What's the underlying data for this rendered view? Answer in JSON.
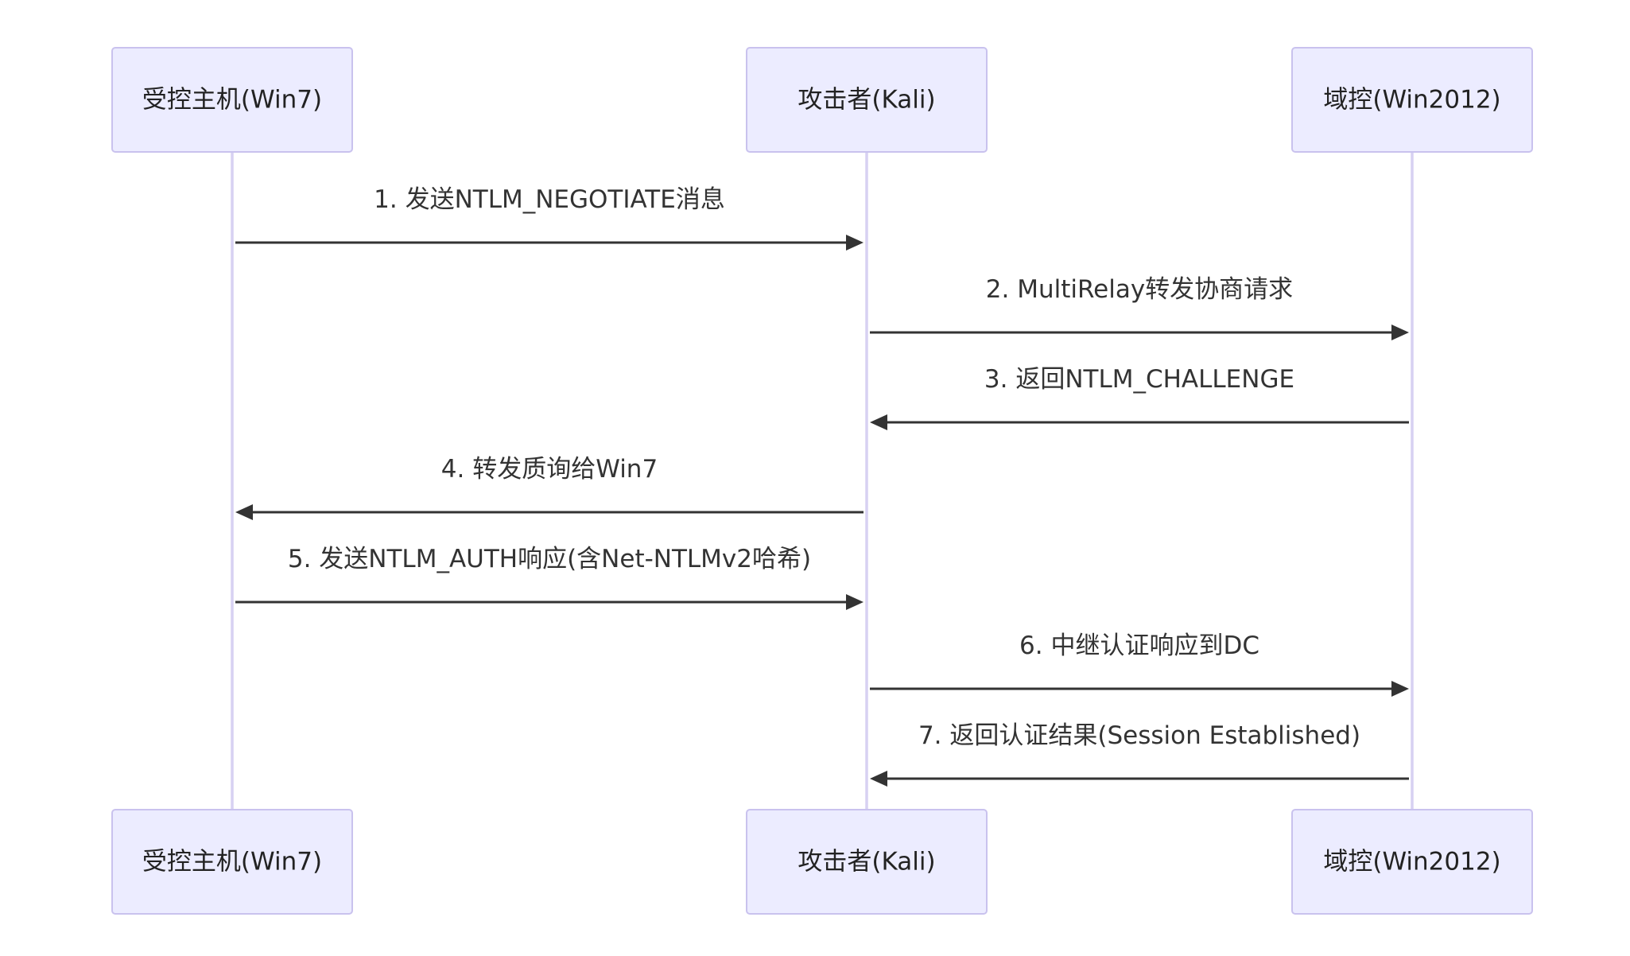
{
  "actors": [
    {
      "id": "win7",
      "label": "受控主机(Win7)"
    },
    {
      "id": "kali",
      "label": "攻击者(Kali)"
    },
    {
      "id": "dc",
      "label": "域控(Win2012)"
    }
  ],
  "messages": [
    {
      "from": "win7",
      "to": "kali",
      "label": "1. 发送NTLM_NEGOTIATE消息"
    },
    {
      "from": "kali",
      "to": "dc",
      "label": "2. MultiRelay转发协商请求"
    },
    {
      "from": "dc",
      "to": "kali",
      "label": "3. 返回NTLM_CHALLENGE"
    },
    {
      "from": "kali",
      "to": "win7",
      "label": "4. 转发质询给Win7"
    },
    {
      "from": "win7",
      "to": "kali",
      "label": "5. 发送NTLM_AUTH响应(含Net-NTLMv2哈希)"
    },
    {
      "from": "kali",
      "to": "dc",
      "label": "6. 中继认证响应到DC"
    },
    {
      "from": "dc",
      "to": "kali",
      "label": "7. 返回认证结果(Session Established)"
    }
  ]
}
